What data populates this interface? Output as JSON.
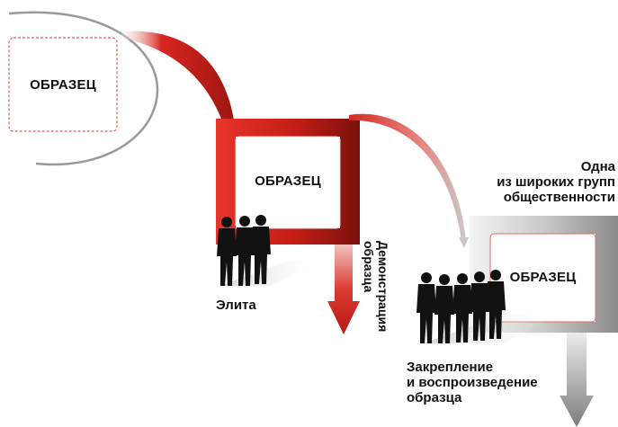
{
  "diagram": {
    "box1": {
      "label": "ОБРАЗЕЦ"
    },
    "box2": {
      "label": "ОБРАЗЕЦ"
    },
    "box3": {
      "label": "ОБРАЗЕЦ"
    },
    "elite_label": "Элита",
    "demo_label_line1": "Демонстрация",
    "demo_label_line2": "образца",
    "group_label_line1": "Одна",
    "group_label_line2": "из широких групп",
    "group_label_line3": "общественности",
    "consolidation_line1": "Закрепление",
    "consolidation_line2": "и воспроизведение",
    "consolidation_line3": "образца"
  },
  "colors": {
    "accent_red": "#d8251e",
    "dark_red": "#8e1410",
    "gray": "#9a9a9a",
    "silhouette": "#111111"
  }
}
